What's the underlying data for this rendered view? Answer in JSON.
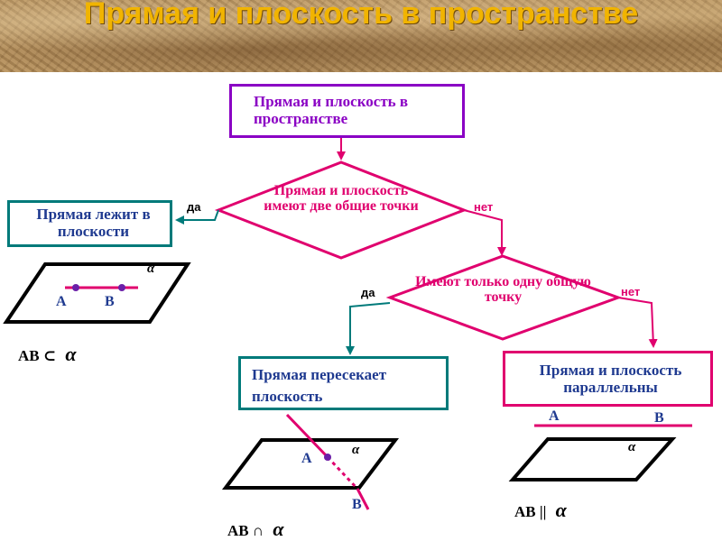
{
  "header": {
    "title": "Прямая и плоскость в пространстве"
  },
  "boxes": {
    "top": "Прямая и плоскость в пространстве",
    "lies": "Прямая лежит в плоскости",
    "intersects": "Прямая пересекает плоскость",
    "parallel": "Прямая и плоскость параллельны"
  },
  "decisions": {
    "two_points": "Прямая и плоскость имеют две общие точки",
    "one_point": "Имеют только одну общую точку"
  },
  "branches": {
    "yes": "да",
    "no": "нет"
  },
  "figures": {
    "plane_label": "α",
    "point_a": "A",
    "point_b": "B"
  },
  "notations": {
    "lies": "AB ⊂",
    "intersects": "AB ∩",
    "parallel": "AB ||"
  },
  "colors": {
    "violet": "#8a00c4",
    "teal": "#007a7a",
    "magenta": "#e0006e",
    "navy": "#1f3a90",
    "title_gold": "#f1b400"
  }
}
